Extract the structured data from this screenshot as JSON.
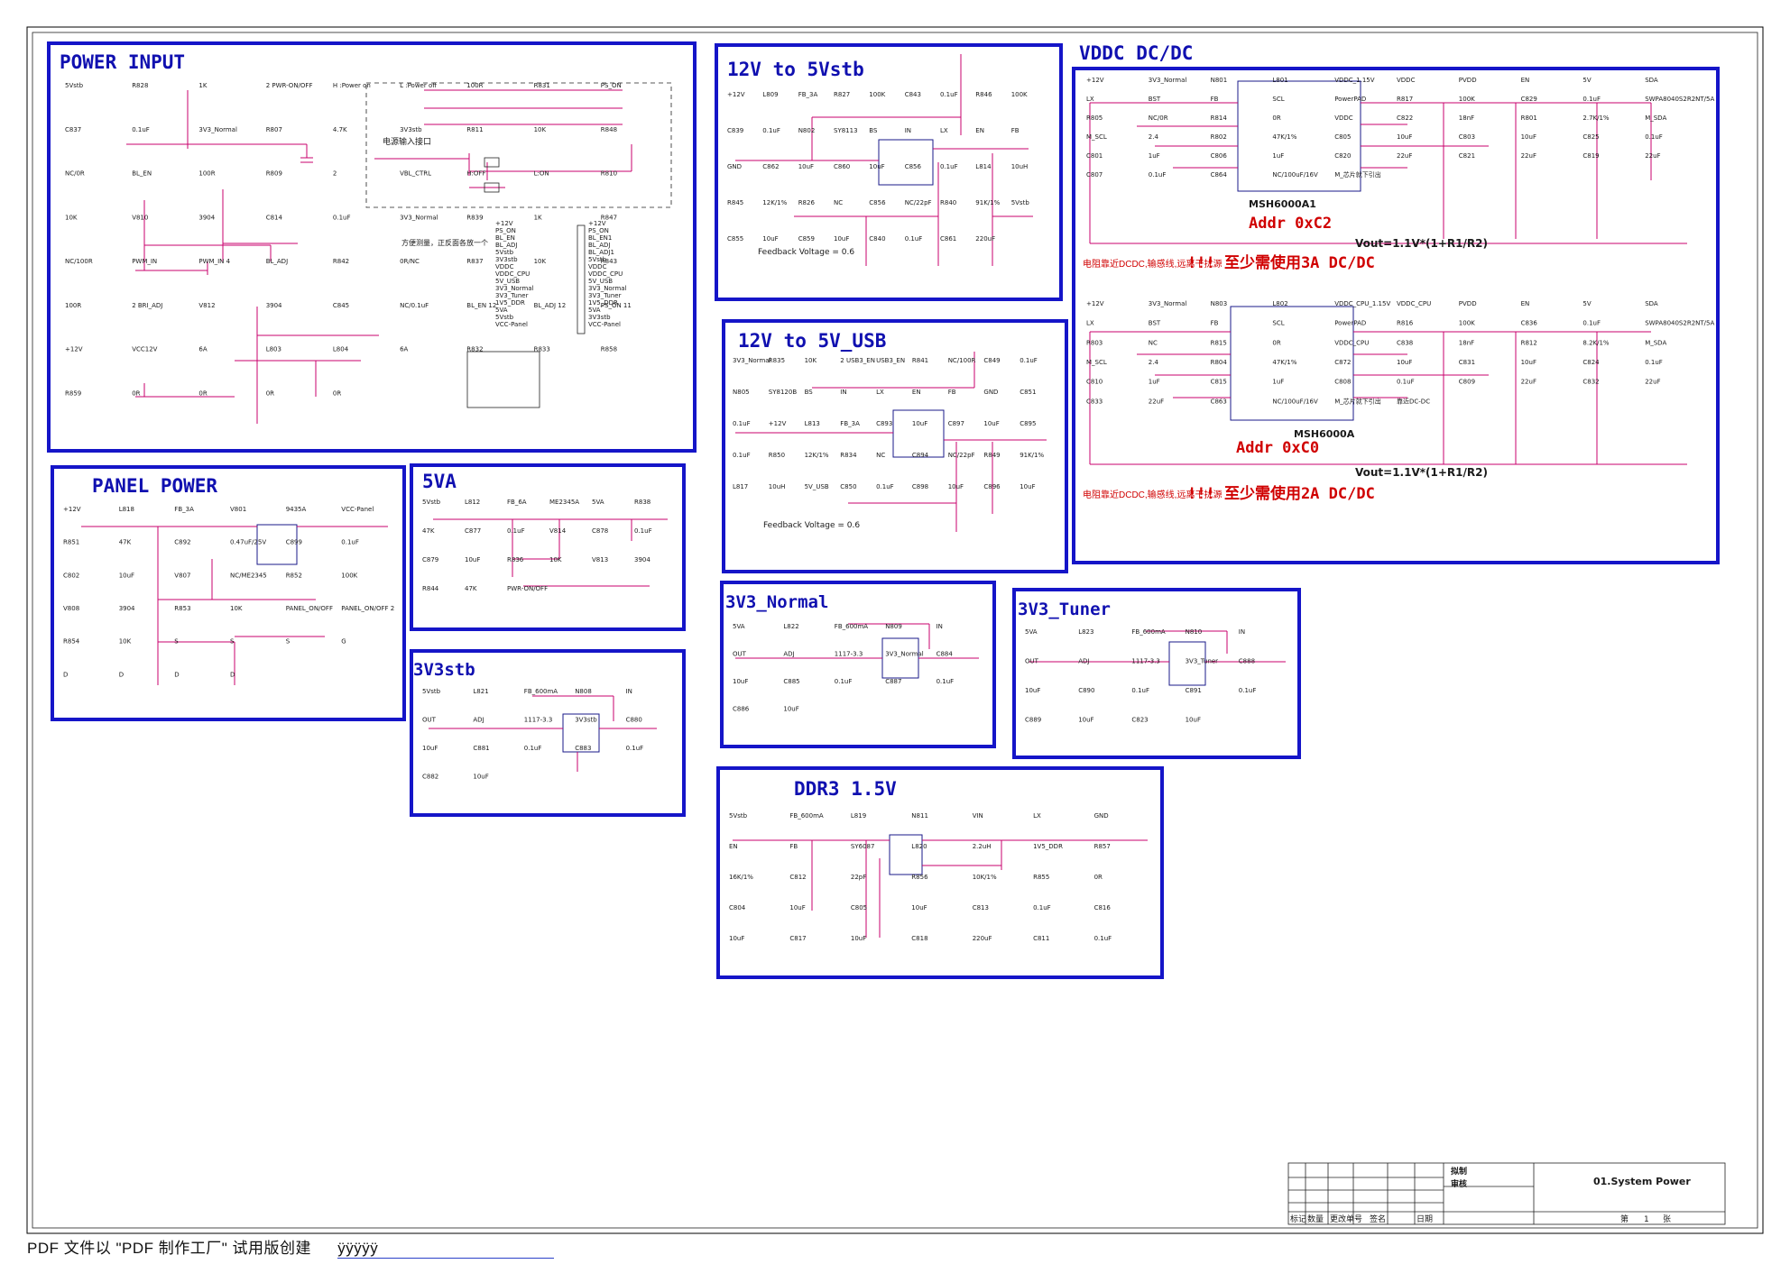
{
  "blocks": {
    "power_input": {
      "title": "POWER INPUT",
      "labels": [
        "5Vstb",
        "R828",
        "1K",
        "2 PWR-ON/OFF",
        "H :Power on",
        "L :Power off",
        "100R",
        "R831",
        "PS_ON",
        "C837",
        "0.1uF",
        "3V3_Normal",
        "R807",
        "4.7K",
        "3V3stb",
        "R811",
        "10K",
        "R848",
        "NC/0R",
        "BL_EN",
        "100R",
        "R809",
        "2",
        "VBL_CTRL",
        "H:OFF",
        "L:ON",
        "R810",
        "10K",
        "V810",
        "3904",
        "C814",
        "0.1uF",
        "3V3_Normal",
        "R839",
        "1K",
        "R847",
        "NC/100R",
        "PWM_IN",
        "PWM_IN 4",
        "BL_ADJ",
        "R842",
        "0R/NC",
        "R837",
        "10K",
        "R843",
        "100R",
        "2 BRI_ADJ",
        "V812",
        "3904",
        "C845",
        "NC/0.1uF",
        "BL_EN 12",
        "BL_ADJ 12",
        "PS_ON 11",
        "+12V",
        "VCC12V",
        "6A",
        "L803",
        "L804",
        "6A",
        "R832",
        "R833",
        "R858",
        "R859",
        "0R",
        "0R",
        "0R",
        "0R"
      ],
      "note_box": "电源输入接口",
      "note_side": "方便测量，正反面各放一个",
      "connector": [
        "+12V",
        "PS_ON",
        "BL_EN",
        "BL_ADJ",
        "5Vstb",
        "3V3stb",
        "VDDC",
        "VDDC_CPU",
        "5V_USB",
        "3V3_Normal",
        "3V3_Tuner",
        "1V5_DDR",
        "5VA",
        "5Vstb",
        "VCC-Panel"
      ],
      "connector_right": [
        "+12V",
        "PS_ON",
        "BL_EN1",
        "BL_ADJ",
        "BL_ADJ1",
        "5Vstb",
        "VDDC",
        "VDDC_CPU",
        "5V_USB",
        "3V3_Normal",
        "3V3_Tuner",
        "1V5_DDR",
        "5VA",
        "3V3stb",
        "VCC-Panel"
      ]
    },
    "v12_to_5vstb": {
      "title": "12V to 5Vstb",
      "labels": [
        "+12V",
        "L809",
        "FB_3A",
        "R827",
        "100K",
        "C843",
        "0.1uF",
        "R846",
        "100K",
        "C839",
        "0.1uF",
        "N802",
        "SY8113",
        "BS",
        "IN",
        "LX",
        "EN",
        "FB",
        "GND",
        "C862",
        "10uF",
        "C860",
        "10uF",
        "C856",
        "0.1uF",
        "L814",
        "10uH",
        "R845",
        "12K/1%",
        "R826",
        "NC",
        "C856",
        "NC/22pF",
        "R840",
        "91K/1%",
        "5Vstb",
        "C855",
        "10uF",
        "C859",
        "10uF",
        "C840",
        "0.1uF",
        "C861",
        "220uF"
      ],
      "feedback": "Feedback Voltage = 0.6"
    },
    "v12_to_5v_usb": {
      "title": "12V to 5V_USB",
      "labels": [
        "3V3_Normal",
        "R835",
        "10K",
        "2 USB3_EN",
        "USB3_EN",
        "R841",
        "NC/100R",
        "C849",
        "0.1uF",
        "N805",
        "SY8120B",
        "BS",
        "IN",
        "LX",
        "EN",
        "FB",
        "GND",
        "C851",
        "0.1uF",
        "+12V",
        "L813",
        "FB_3A",
        "C893",
        "10uF",
        "C897",
        "10uF",
        "C895",
        "0.1uF",
        "R850",
        "12K/1%",
        "R834",
        "NC",
        "C894",
        "NC/22pF",
        "R849",
        "91K/1%",
        "L817",
        "10uH",
        "5V_USB",
        "C850",
        "0.1uF",
        "C898",
        "10uF",
        "C896",
        "10uF"
      ],
      "feedback": "Feedback Voltage = 0.6"
    },
    "vddc": {
      "title": "VDDC DC/DC",
      "top_labels": [
        "+12V",
        "3V3_Normal",
        "N801",
        "L801",
        "VDDC_1.15V",
        "VDDC",
        "PVDD",
        "EN",
        "5V",
        "SDA",
        "LX",
        "BST",
        "FB",
        "SCL",
        "PowerPAD",
        "R817",
        "100K",
        "C829",
        "0.1uF",
        "SWPA8040S2R2NT/5A",
        "R805",
        "NC/0R",
        "R814",
        "0R",
        "VDDC",
        "C822",
        "18nF",
        "R801",
        "2.7K/1%",
        "M_SDA",
        "M_SCL",
        "2.4",
        "R802",
        "47K/1%",
        "C805",
        "10uF",
        "C803",
        "10uF",
        "C825",
        "0.1uF",
        "C801",
        "1uF",
        "C806",
        "1uF",
        "C820",
        "22uF",
        "C821",
        "22uF",
        "C819",
        "22uF",
        "C807",
        "0.1uF",
        "C864",
        "NC/100uF/16V",
        "M_芯片就下引出"
      ],
      "top_chip": "MSH6000A1",
      "top_addr": "Addr 0xC2",
      "formula1": "Vout=1.1V*(1+R1/R2)",
      "warn1_small": "电阻靠近DCDC,输感线,远离干扰源",
      "warn1_big": "!!! 至少需使用3A DC/DC",
      "bottom_labels": [
        "+12V",
        "3V3_Normal",
        "N803",
        "L802",
        "VDDC_CPU_1.15V",
        "VDDC_CPU",
        "PVDD",
        "EN",
        "5V",
        "SDA",
        "LX",
        "BST",
        "FB",
        "SCL",
        "PowerPAD",
        "R816",
        "100K",
        "C836",
        "0.1uF",
        "SWPA8040S2R2NT/5A",
        "R803",
        "NC",
        "R815",
        "0R",
        "VDDC_CPU",
        "C838",
        "18nF",
        "R812",
        "8.2K/1%",
        "M_SDA",
        "M_SCL",
        "2.4",
        "R804",
        "47K/1%",
        "C872",
        "10uF",
        "C831",
        "10uF",
        "C824",
        "0.1uF",
        "C810",
        "1uF",
        "C815",
        "1uF",
        "C808",
        "0.1uF",
        "C809",
        "22uF",
        "C832",
        "22uF",
        "C833",
        "22uF",
        "C863",
        "NC/100uF/16V",
        "M_芯片就下引出",
        "靠近DC-DC"
      ],
      "bottom_chip": "MSH6000A",
      "bottom_addr": "Addr 0xC0",
      "formula2": "Vout=1.1V*(1+R1/R2)",
      "warn2_small": "电阻靠近DCDC,输感线,远离干扰源",
      "warn2_big": "!!! 至少需使用2A DC/DC"
    },
    "panel_power": {
      "title": "PANEL POWER",
      "labels": [
        "+12V",
        "L818",
        "FB_3A",
        "V801",
        "9435A",
        "VCC-Panel",
        "R851",
        "47K",
        "C892",
        "0.47uF/25V",
        "C899",
        "0.1uF",
        "C802",
        "10uF",
        "V807",
        "NC/ME2345",
        "R852",
        "100K",
        "V808",
        "3904",
        "R853",
        "10K",
        "PANEL_ON/OFF",
        "PANEL_ON/OFF 2",
        "R854",
        "10K",
        "S",
        "S",
        "S",
        "G",
        "D",
        "D",
        "D",
        "D"
      ]
    },
    "v5va": {
      "title": "5VA",
      "labels": [
        "5Vstb",
        "L812",
        "FB_6A",
        "ME2345A",
        "5VA",
        "R838",
        "47K",
        "C877",
        "0.1uF",
        "V814",
        "C878",
        "0.1uF",
        "C879",
        "10uF",
        "R836",
        "10K",
        "V813",
        "3904",
        "R844",
        "47K",
        "PWR-ON/OFF"
      ]
    },
    "v3v3stb": {
      "title": "3V3stb",
      "labels": [
        "5Vstb",
        "L821",
        "FB_600mA",
        "N808",
        "IN",
        "OUT",
        "ADJ",
        "1117-3.3",
        "3V3stb",
        "C880",
        "10uF",
        "C881",
        "0.1uF",
        "C883",
        "0.1uF",
        "C882",
        "10uF"
      ]
    },
    "v3v3_normal": {
      "title": "3V3_Normal",
      "labels": [
        "5VA",
        "L822",
        "FB_600mA",
        "N809",
        "IN",
        "OUT",
        "ADJ",
        "1117-3.3",
        "3V3_Normal",
        "C884",
        "10uF",
        "C885",
        "0.1uF",
        "C887",
        "0.1uF",
        "C886",
        "10uF"
      ]
    },
    "v3v3_tuner": {
      "title": "3V3_Tuner",
      "labels": [
        "5VA",
        "L823",
        "FB_600mA",
        "N810",
        "IN",
        "OUT",
        "ADJ",
        "1117-3.3",
        "3V3_Tuner",
        "C888",
        "10uF",
        "C890",
        "0.1uF",
        "C891",
        "0.1uF",
        "C889",
        "10uF",
        "C823",
        "10uF"
      ]
    },
    "ddr3": {
      "title": "DDR3 1.5V",
      "labels": [
        "5Vstb",
        "FB_600mA",
        "L819",
        "N811",
        "VIN",
        "LX",
        "GND",
        "EN",
        "FB",
        "SY6087",
        "L820",
        "2.2uH",
        "1V5_DDR",
        "R857",
        "16K/1%",
        "C812",
        "22pF",
        "R856",
        "10K/1%",
        "R855",
        "0R",
        "C804",
        "10uF",
        "C805",
        "10uF",
        "C813",
        "0.1uF",
        "C816",
        "10uF",
        "C817",
        "10uF",
        "C818",
        "220uF",
        "C811",
        "0.1uF"
      ]
    }
  },
  "title_block": {
    "row_labels": [
      "拟制",
      "审核"
    ],
    "bottom_labels": [
      "标记",
      "数量",
      "更改单号",
      "签名",
      "日期"
    ],
    "drawing_name": "01.System Power",
    "sheet": [
      "第",
      "1",
      "张"
    ]
  },
  "footer": {
    "text": "PDF 文件以 \"PDF 制作工厂\" 试用版创建",
    "link": "ÿÿÿÿÿ"
  },
  "colors": {
    "frame": "#1515c8",
    "wire": "#c8006c",
    "title": "#1010b0",
    "warning": "#d00000"
  }
}
